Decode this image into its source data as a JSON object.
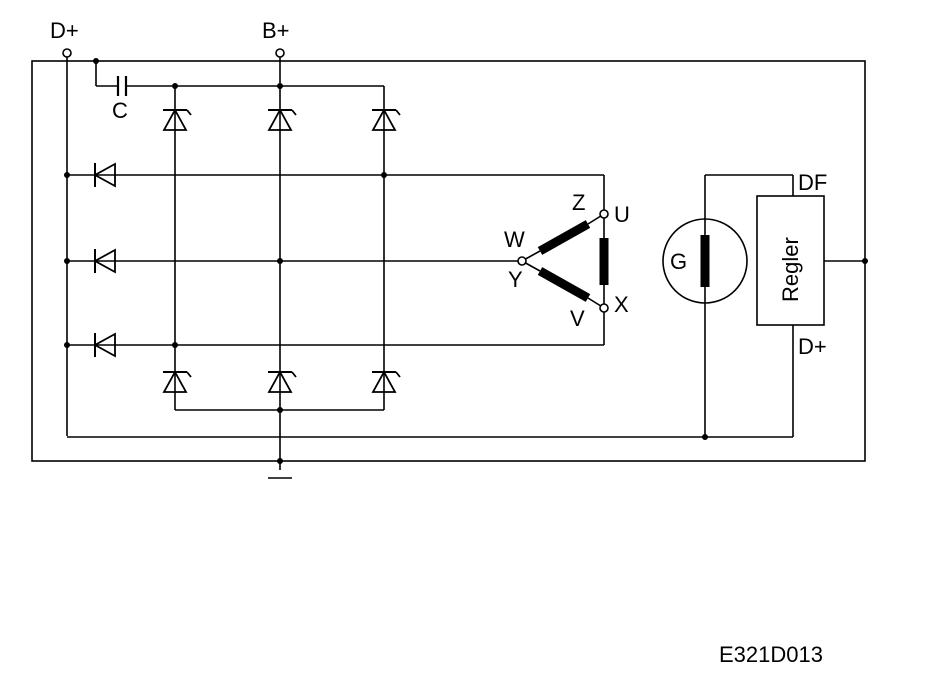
{
  "terminals": {
    "d_plus_top": "D+",
    "b_plus": "B+",
    "df": "DF",
    "d_plus_regulator": "D+"
  },
  "components": {
    "capacitor": "C",
    "generator": "G",
    "regulator": "Regler"
  },
  "winding_labels": {
    "u": "U",
    "v": "V",
    "w": "W",
    "x": "X",
    "y": "Y",
    "z": "Z"
  },
  "drawing_code": "E321D013"
}
